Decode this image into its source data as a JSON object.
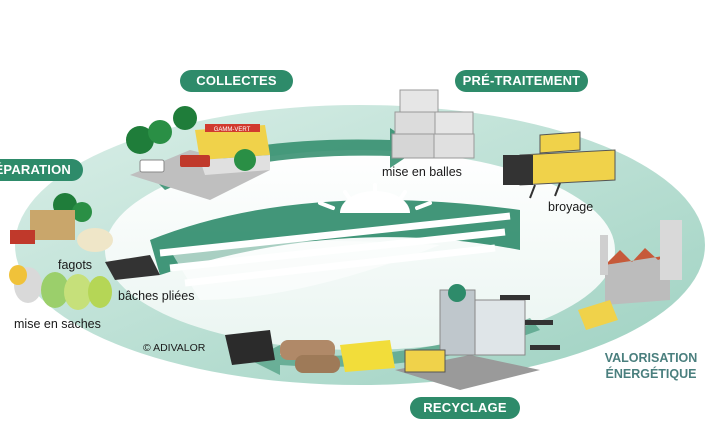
{
  "stages": {
    "collectes": "COLLECTES",
    "pretraitement": "PRÉ-TRAITEMENT",
    "separation": "ÉPARATION",
    "recyclage": "RECYCLAGE",
    "valorisation_line1": "VALORISATION",
    "valorisation_line2": "ÉNERGÉTIQUE"
  },
  "labels": {
    "mise_en_balles": "mise en balles",
    "broyage": "broyage",
    "fagots": "fagots",
    "baches_pliees": "bâches pliées",
    "mise_en_saches": "mise en saches"
  },
  "depot_sign": "GAMM-VERT",
  "copyright": "© ADIVALOR",
  "colors": {
    "ring": "#a9d8cb",
    "ring_dark": "#2e8b6a",
    "pill": "#2e8b6a",
    "label_green": "#4a7f7e"
  }
}
